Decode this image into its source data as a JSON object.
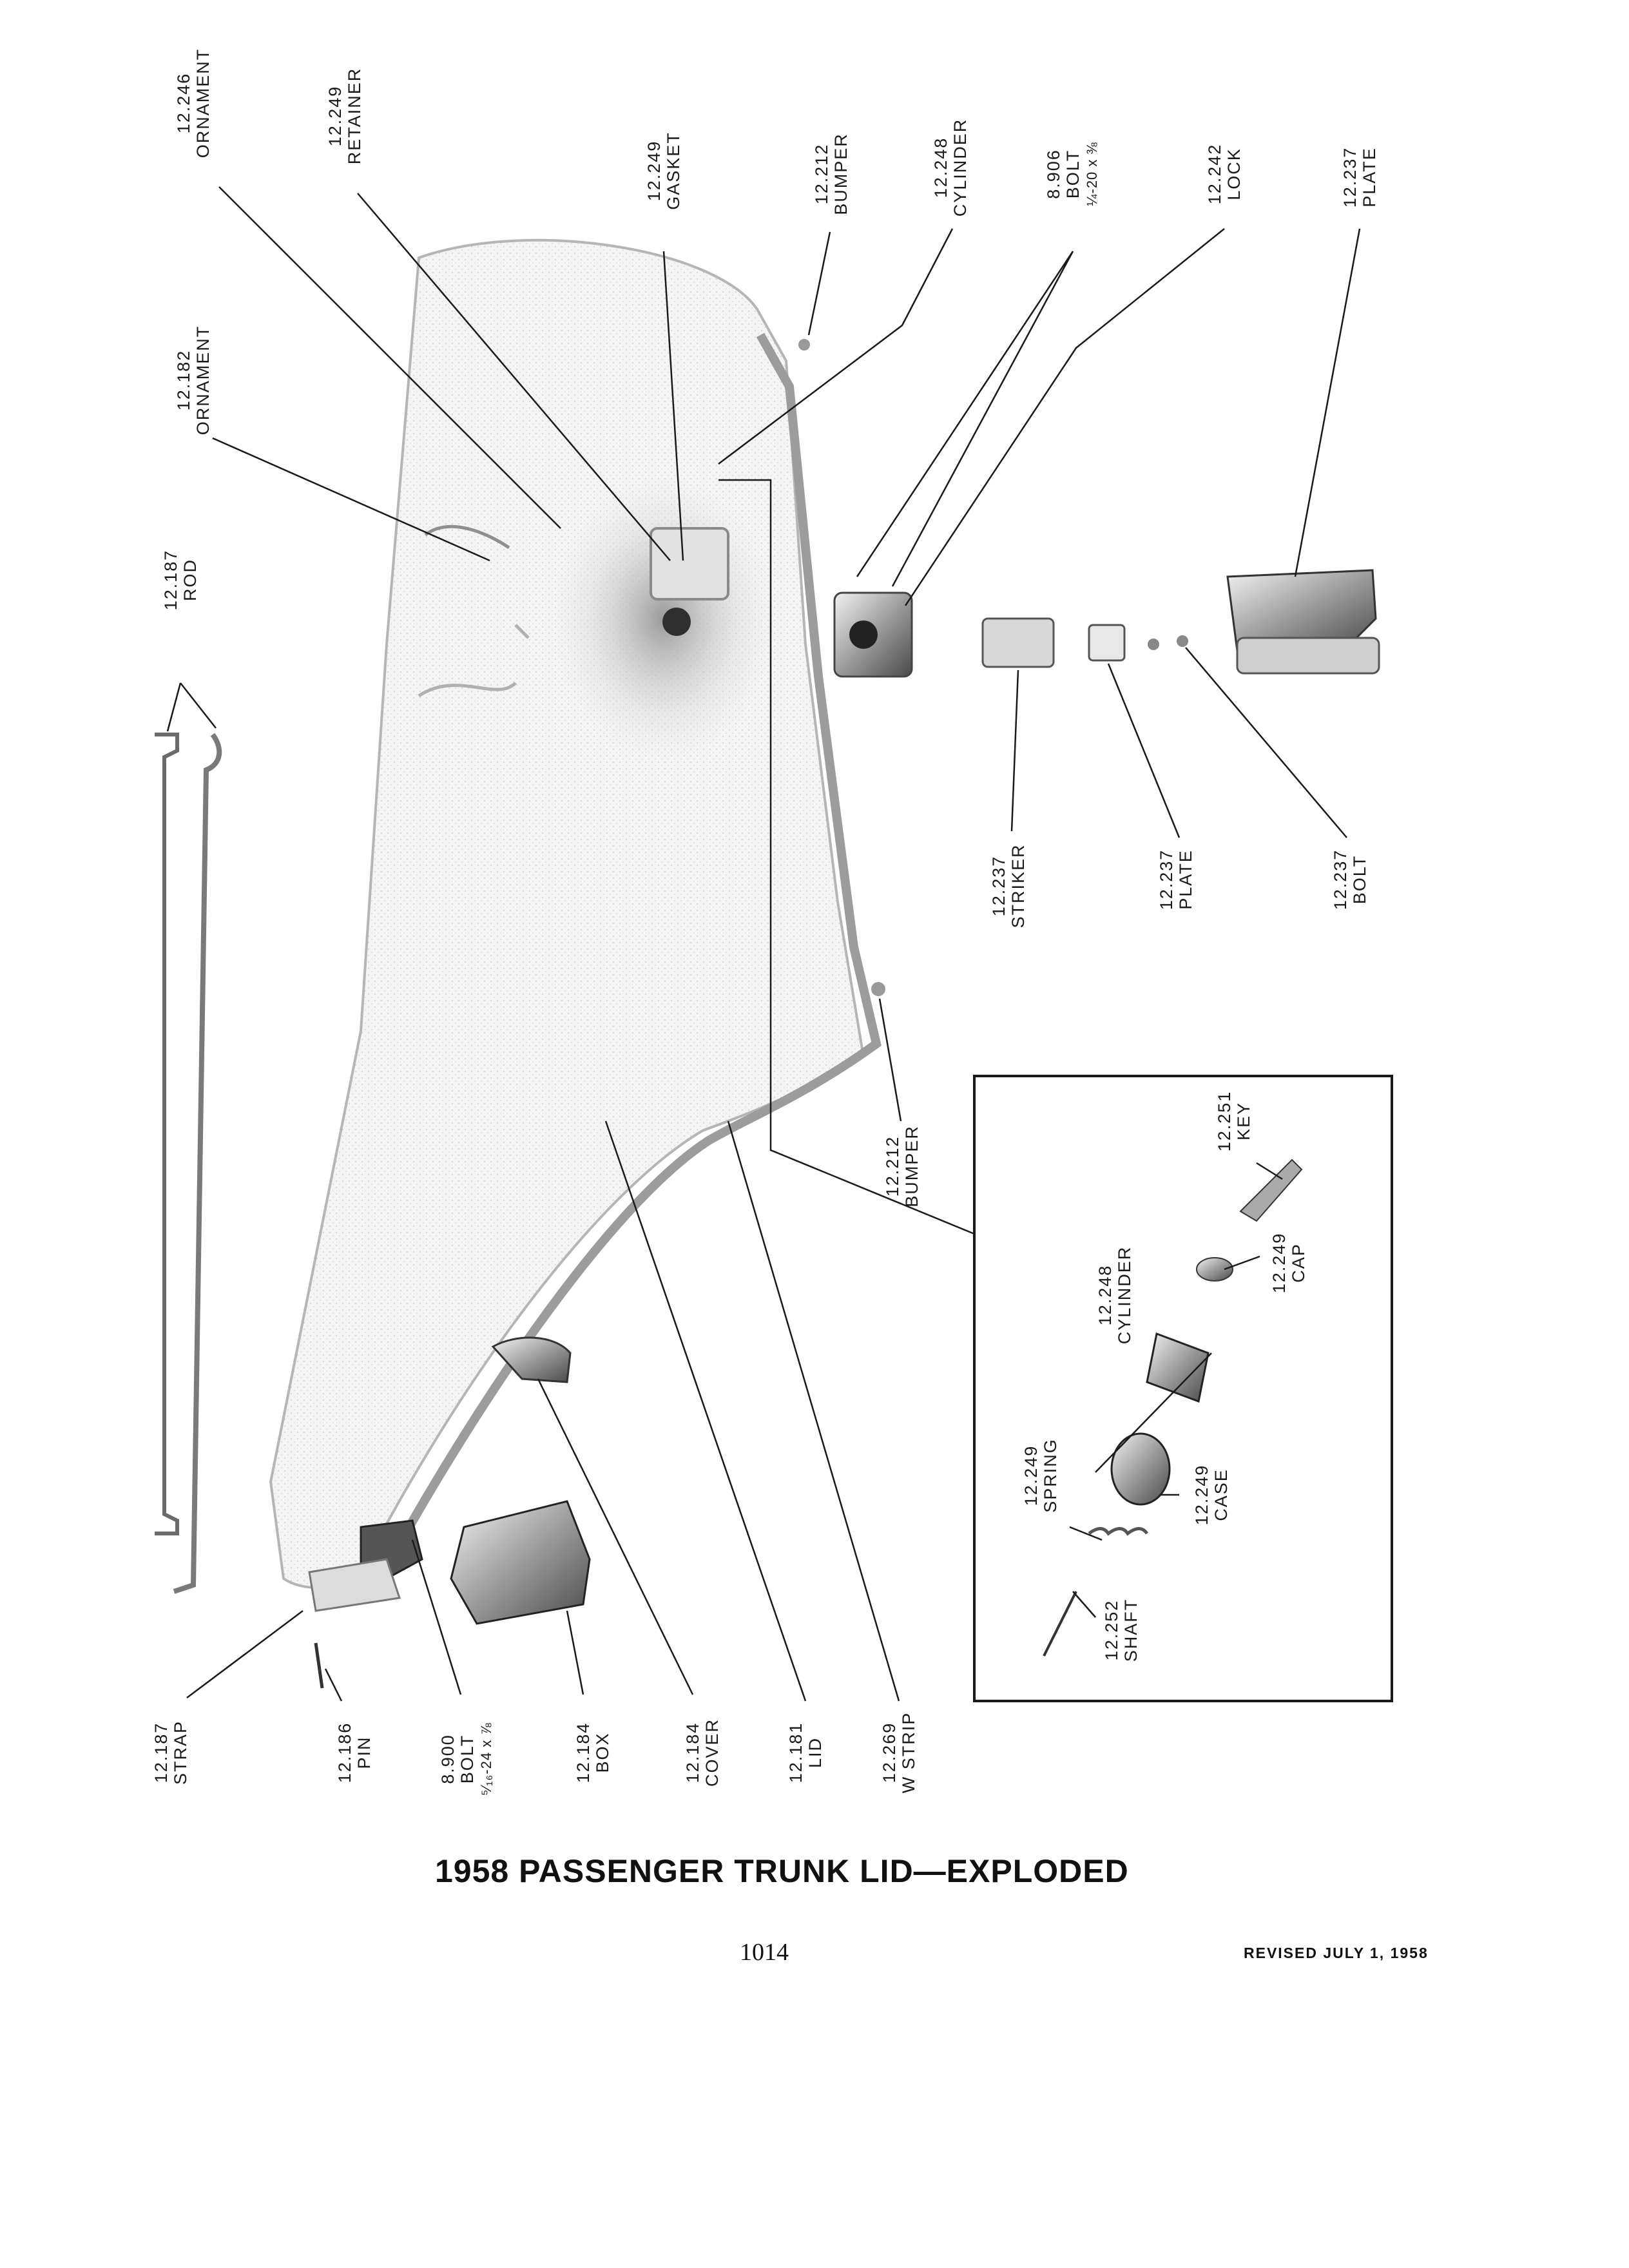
{
  "title": "1958 PASSENGER TRUNK LID—EXPLODED",
  "page_number": "1014",
  "revision": "REVISED JULY 1, 1958",
  "callouts": [
    {
      "id": "ornament-12246",
      "number": "12.246",
      "name": "ORNAMENT",
      "spec": ""
    },
    {
      "id": "retainer-12249",
      "number": "12.249",
      "name": "RETAINER",
      "spec": ""
    },
    {
      "id": "gasket-12249",
      "number": "12.249",
      "name": "GASKET",
      "spec": ""
    },
    {
      "id": "bumper-12212-top",
      "number": "12.212",
      "name": "BUMPER",
      "spec": ""
    },
    {
      "id": "cylinder-12248-top",
      "number": "12.248",
      "name": "CYLINDER",
      "spec": ""
    },
    {
      "id": "bolt-8906",
      "number": "8.906",
      "name": "BOLT",
      "spec": "¼-20 x ⅜"
    },
    {
      "id": "lock-12242",
      "number": "12.242",
      "name": "LOCK",
      "spec": ""
    },
    {
      "id": "plate-12237-top",
      "number": "12.237",
      "name": "PLATE",
      "spec": ""
    },
    {
      "id": "ornament-12182",
      "number": "12.182",
      "name": "ORNAMENT",
      "spec": ""
    },
    {
      "id": "rod-12187",
      "number": "12.187",
      "name": "ROD",
      "spec": ""
    },
    {
      "id": "striker-12237",
      "number": "12.237",
      "name": "STRIKER",
      "spec": ""
    },
    {
      "id": "plate-12237",
      "number": "12.237",
      "name": "PLATE",
      "spec": ""
    },
    {
      "id": "bolt-12237",
      "number": "12.237",
      "name": "BOLT",
      "spec": ""
    },
    {
      "id": "bumper-12212-bottom",
      "number": "12.212",
      "name": "BUMPER",
      "spec": ""
    },
    {
      "id": "key-12251",
      "number": "12.251",
      "name": "KEY",
      "spec": ""
    },
    {
      "id": "cylinder-12248-inset",
      "number": "12.248",
      "name": "CYLINDER",
      "spec": ""
    },
    {
      "id": "cap-12249",
      "number": "12.249",
      "name": "CAP",
      "spec": ""
    },
    {
      "id": "spring-12249",
      "number": "12.249",
      "name": "SPRING",
      "spec": ""
    },
    {
      "id": "case-12249",
      "number": "12.249",
      "name": "CASE",
      "spec": ""
    },
    {
      "id": "shaft-12252",
      "number": "12.252",
      "name": "SHAFT",
      "spec": ""
    },
    {
      "id": "strap-12187",
      "number": "12.187",
      "name": "STRAP",
      "spec": ""
    },
    {
      "id": "pin-12186",
      "number": "12.186",
      "name": "PIN",
      "spec": ""
    },
    {
      "id": "bolt-8900",
      "number": "8.900",
      "name": "BOLT",
      "spec": "⁵⁄₁₆-24 x ⅞"
    },
    {
      "id": "box-12184",
      "number": "12.184",
      "name": "BOX",
      "spec": ""
    },
    {
      "id": "cover-12184",
      "number": "12.184",
      "name": "COVER",
      "spec": ""
    },
    {
      "id": "lid-12181",
      "number": "12.181",
      "name": "LID",
      "spec": ""
    },
    {
      "id": "wstrip-12269",
      "number": "12.269",
      "name": "W STRIP",
      "spec": ""
    }
  ]
}
